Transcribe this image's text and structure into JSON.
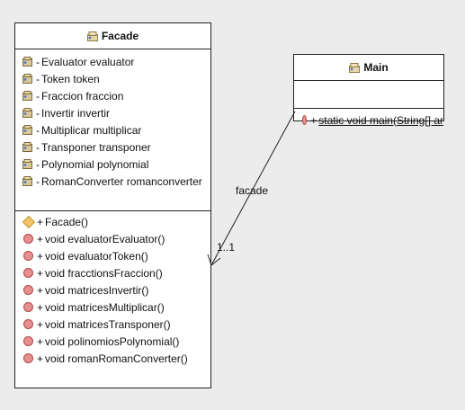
{
  "facade": {
    "name": "Facade",
    "attributes": [
      {
        "vis": "-",
        "text": "Evaluator evaluator"
      },
      {
        "vis": "-",
        "text": "Token token"
      },
      {
        "vis": "-",
        "text": "Fraccion fraccion"
      },
      {
        "vis": "-",
        "text": "Invertir invertir"
      },
      {
        "vis": "-",
        "text": "Multiplicar multiplicar"
      },
      {
        "vis": "-",
        "text": "Transponer transponer"
      },
      {
        "vis": "-",
        "text": "Polynomial polynomial"
      },
      {
        "vis": "-",
        "text": "RomanConverter romanconverter"
      }
    ],
    "methods": [
      {
        "vis": "+",
        "text": "Facade()",
        "kind": "constructor"
      },
      {
        "vis": "+",
        "text": "void evaluatorEvaluator()",
        "kind": "method"
      },
      {
        "vis": "+",
        "text": "void evaluatorToken()",
        "kind": "method"
      },
      {
        "vis": "+",
        "text": "void fracctionsFraccion()",
        "kind": "method"
      },
      {
        "vis": "+",
        "text": "void matricesInvertir()",
        "kind": "method"
      },
      {
        "vis": "+",
        "text": "void matricesMultiplicar()",
        "kind": "method"
      },
      {
        "vis": "+",
        "text": "void matricesTransponer()",
        "kind": "method"
      },
      {
        "vis": "+",
        "text": "void polinomiosPolynomial()",
        "kind": "method"
      },
      {
        "vis": "+",
        "text": "void romanRomanConverter()",
        "kind": "method"
      }
    ]
  },
  "main": {
    "name": "Main",
    "methods": [
      {
        "vis": "+",
        "text": "static void main(String[] ar",
        "kind": "method"
      }
    ]
  },
  "association": {
    "role": "facade",
    "multiplicity": "1..1"
  },
  "colors": {
    "background": "#ececec",
    "method_icon": "#e58f8f",
    "constructor_icon": "#f4c46a",
    "attribute_icon": "#d9c79a"
  }
}
